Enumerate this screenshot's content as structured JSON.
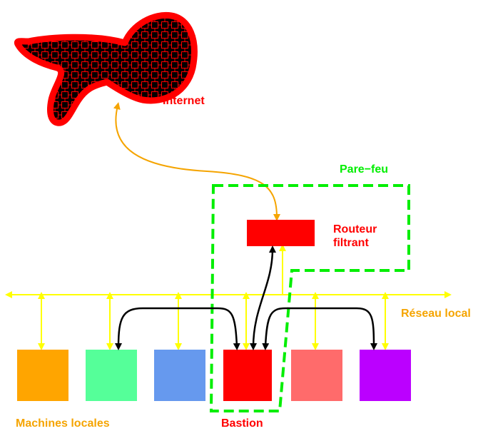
{
  "labels": {
    "internet": "Internet",
    "firewall": "Pare−feu",
    "router_line1": "Routeur",
    "router_line2": "filtrant",
    "lan": "Réseau local",
    "local_machines": "Machines locales",
    "bastion": "Bastion"
  },
  "colors": {
    "cloud_border": "#ff0000",
    "cloud_fill": "#000000",
    "cloud_grid": "#ff0000",
    "internet_link": "#f5a400",
    "firewall_outline": "#00ee00",
    "router": "#ff0000",
    "lan_line": "#ffff00",
    "lan_label": "#f5a400",
    "machines_label": "#f5a400",
    "bastion_label": "#ff0000",
    "internal_links": "#000000",
    "machine_colors": [
      "#ffa500",
      "#55ff99",
      "#6699ee",
      "#ff0000",
      "#ff6b6b",
      "#bb00ff"
    ]
  }
}
